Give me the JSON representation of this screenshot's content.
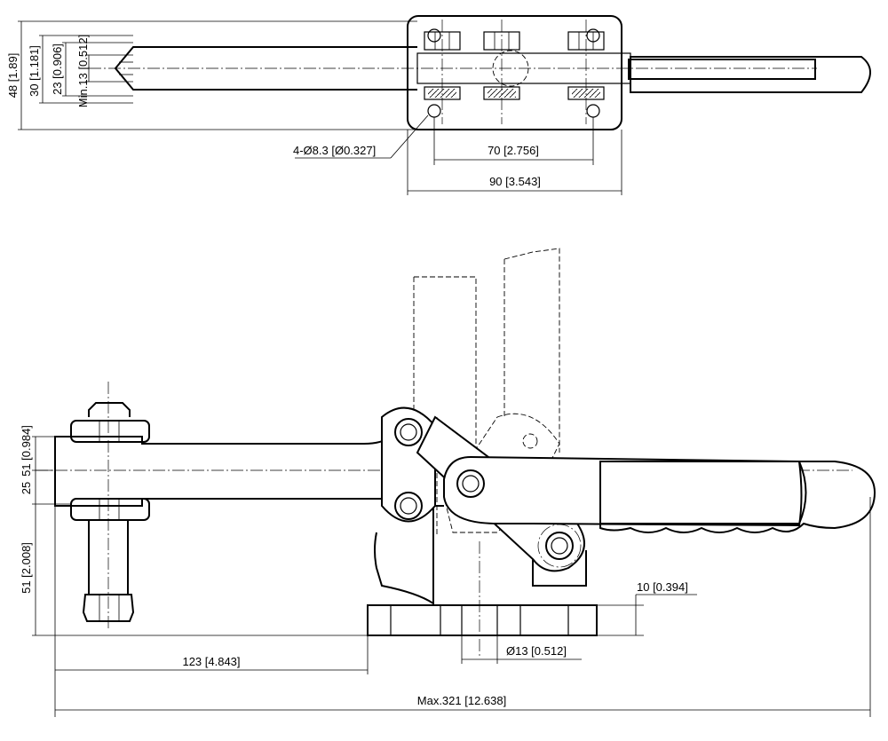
{
  "top_view": {
    "dims": {
      "d48": "48 [1.89]",
      "d30": "30 [1.181]",
      "d23": "23 [0.906]",
      "dmin13": "Min.13 [0.512]",
      "holes": "4-Ø8.3 [Ø0.327]",
      "d70": "70 [2.756]",
      "d90": "90 [3.543]"
    }
  },
  "side_view": {
    "dims": {
      "d51a": "51 [0.984]",
      "d25": "25",
      "d51b": "51 [2.008]",
      "d10": "10 [0.394]",
      "d13": "Ø13 [0.512]",
      "d123": "123 [4.843]",
      "dmax": "Max.321 [12.638]"
    }
  }
}
